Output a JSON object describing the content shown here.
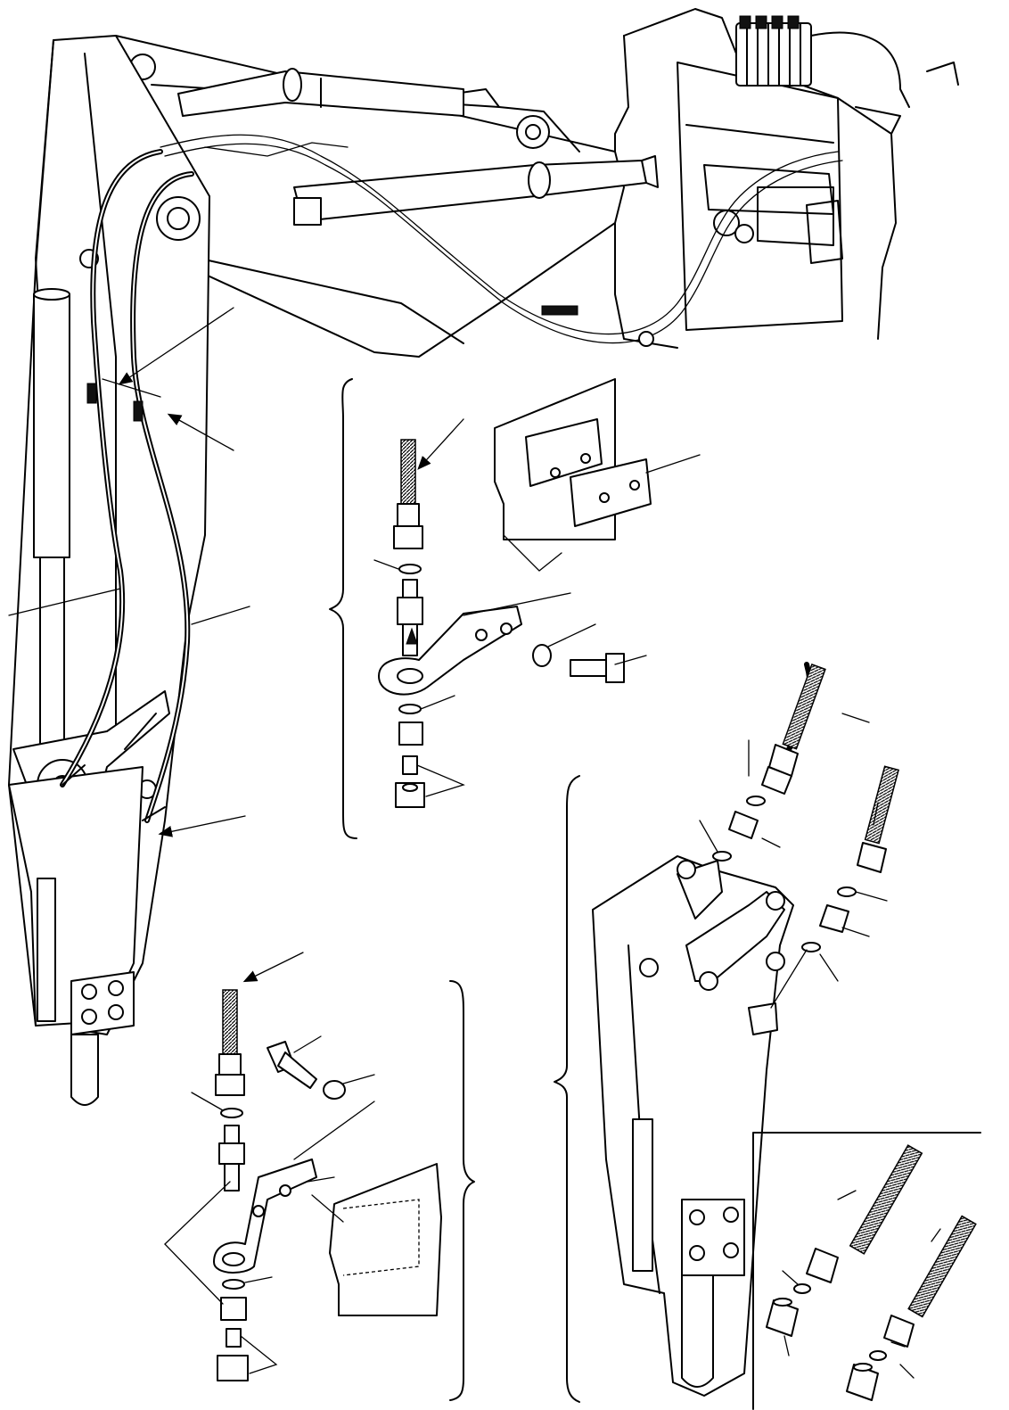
{
  "figure": {
    "title": "",
    "labels": [],
    "callout_numbers": []
  },
  "views": {
    "main": {
      "subject": "boom-and-dipper-arm-hose-routing"
    },
    "detail_top": {
      "subject": "hose-bracket-assembly"
    },
    "detail_bottom": {
      "subject": "hose-bracket-assembly"
    },
    "detail_right": {
      "subject": "dipper-arm-end-fittings"
    },
    "detail_inset": {
      "subject": "hose-end-caps"
    }
  },
  "icons": [
    "arrow-icon",
    "hose-icon",
    "nut-icon",
    "washer-icon",
    "bolt-icon",
    "bracket-icon",
    "brace-icon"
  ]
}
